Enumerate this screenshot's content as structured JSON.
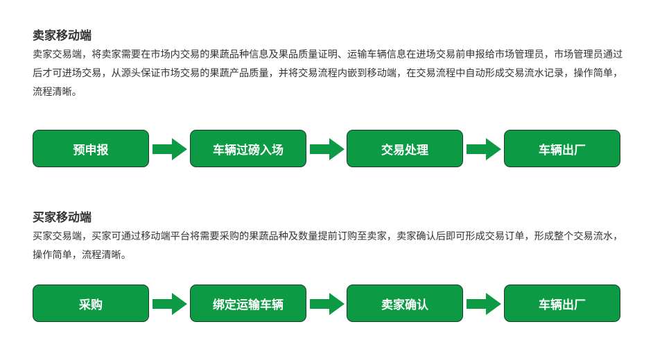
{
  "seller": {
    "title": "卖家移动端",
    "description": "卖家交易端，将卖家需要在市场内交易的果蔬品种信息及果品质量证明、运输车辆信息在进场交易前申报给市场管理员，市场管理员通过后才可进场交易，从源头保证市场交易的果蔬产品质量，并将交易流程内嵌到移动端，在交易流程中自动形成交易流水记录，操作简单，流程清晰。",
    "steps": [
      "预申报",
      "车辆过磅入场",
      "交易处理",
      "车辆出厂"
    ]
  },
  "buyer": {
    "title": "买家移动端",
    "description": "买家交易端，买家可通过移动端平台将需要采购的果蔬品种及数量提前订购至卖家，卖家确认后即可形成交易订单，形成整个交易流水，操作简单，流程清晰。",
    "steps": [
      "采购",
      "绑定运输车辆",
      "卖家确认",
      "车辆出厂"
    ]
  },
  "colors": {
    "step_fill": "#0c9a44",
    "step_border": "#1f3b24"
  }
}
